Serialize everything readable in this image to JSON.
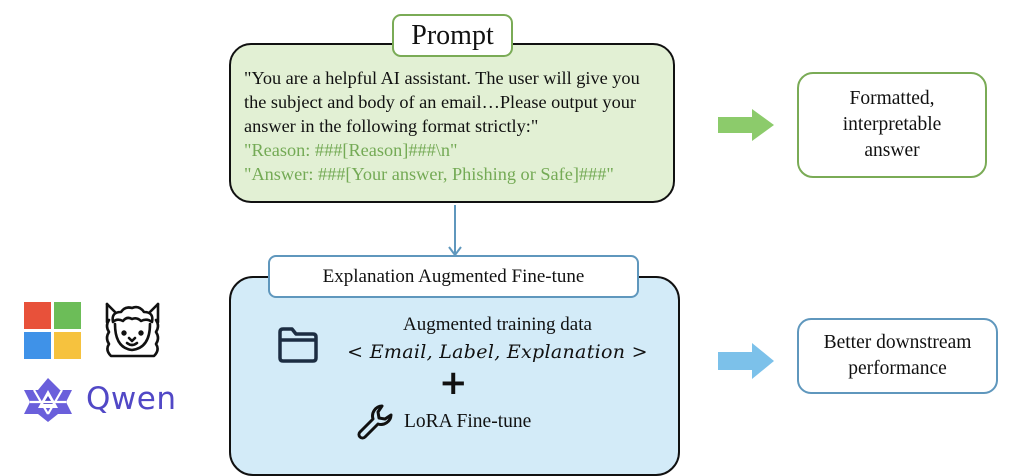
{
  "prompt": {
    "title": "Prompt",
    "lines": [
      "\"You are a helpful AI assistant. The user will give you",
      "the subject and body of an email…Please output your",
      "answer in the following format strictly:\""
    ],
    "format_lines": [
      "\"Reason: ###[Reason]###\\n\"",
      "\"Answer: ###[Your answer, Phishing or Safe]###\""
    ]
  },
  "finetune": {
    "title": "Explanation Augmented Fine-tune",
    "data_title": "Augmented training data",
    "tuple_open": "<",
    "tuple_content": "Email, Label, Explanation",
    "tuple_close": ">",
    "plus": "+",
    "method": "LoRA Fine-tune",
    "icons": [
      "folder-icon",
      "wrench-icon"
    ]
  },
  "outputs": [
    {
      "lines": [
        "Formatted,",
        "interpretable",
        "answer"
      ]
    },
    {
      "lines": [
        "Better downstream",
        "performance"
      ]
    }
  ],
  "logos": {
    "qwen_text": "Qwen",
    "icons": [
      "microsoft-logo",
      "llama-logo",
      "qwen-logo"
    ]
  },
  "colors": {
    "green_accent": "#7aab56",
    "green_fill": "#e2f0d4",
    "green_text": "#74aa55",
    "green_arrow": "#8ccb6b",
    "blue_accent": "#5f97bd",
    "blue_fill": "#d3ebf8",
    "blue_arrow": "#7cc1ea",
    "qwen_purple": "#5148c6",
    "ms_red": "#e8513a",
    "ms_green": "#6cbd58",
    "ms_blue": "#3f92e8",
    "ms_yellow": "#f6c23e"
  }
}
